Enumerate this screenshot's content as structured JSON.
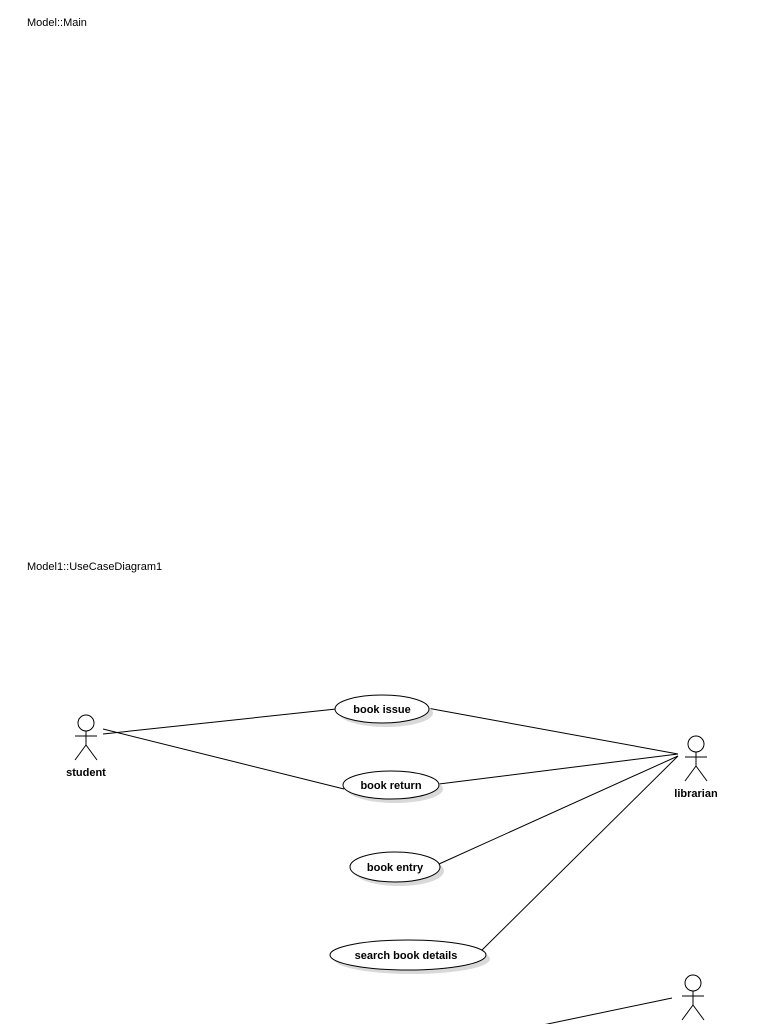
{
  "diagrams": {
    "main": {
      "title": "Model::Main"
    },
    "usecase": {
      "title": "Model1::UseCaseDiagram1"
    }
  },
  "actors": {
    "student": {
      "label": "student"
    },
    "librarian": {
      "label": "librarian"
    },
    "unnamed_actor": {
      "label": ""
    }
  },
  "use_cases": {
    "book_issue": {
      "label": "book issue"
    },
    "book_return": {
      "label": "book return"
    },
    "book_entry": {
      "label": "book entry"
    },
    "search_book_details": {
      "label": "search book details"
    }
  },
  "associations": [
    {
      "actor": "student",
      "use_case": "book issue"
    },
    {
      "actor": "student",
      "use_case": "book return"
    },
    {
      "actor": "librarian",
      "use_case": "book issue"
    },
    {
      "actor": "librarian",
      "use_case": "book return"
    },
    {
      "actor": "librarian",
      "use_case": "book entry"
    },
    {
      "actor": "librarian",
      "use_case": "search book details"
    }
  ],
  "colors": {
    "line": "#000000",
    "shape_fill": "#ffffff",
    "shadow": "#d9d9d9"
  }
}
